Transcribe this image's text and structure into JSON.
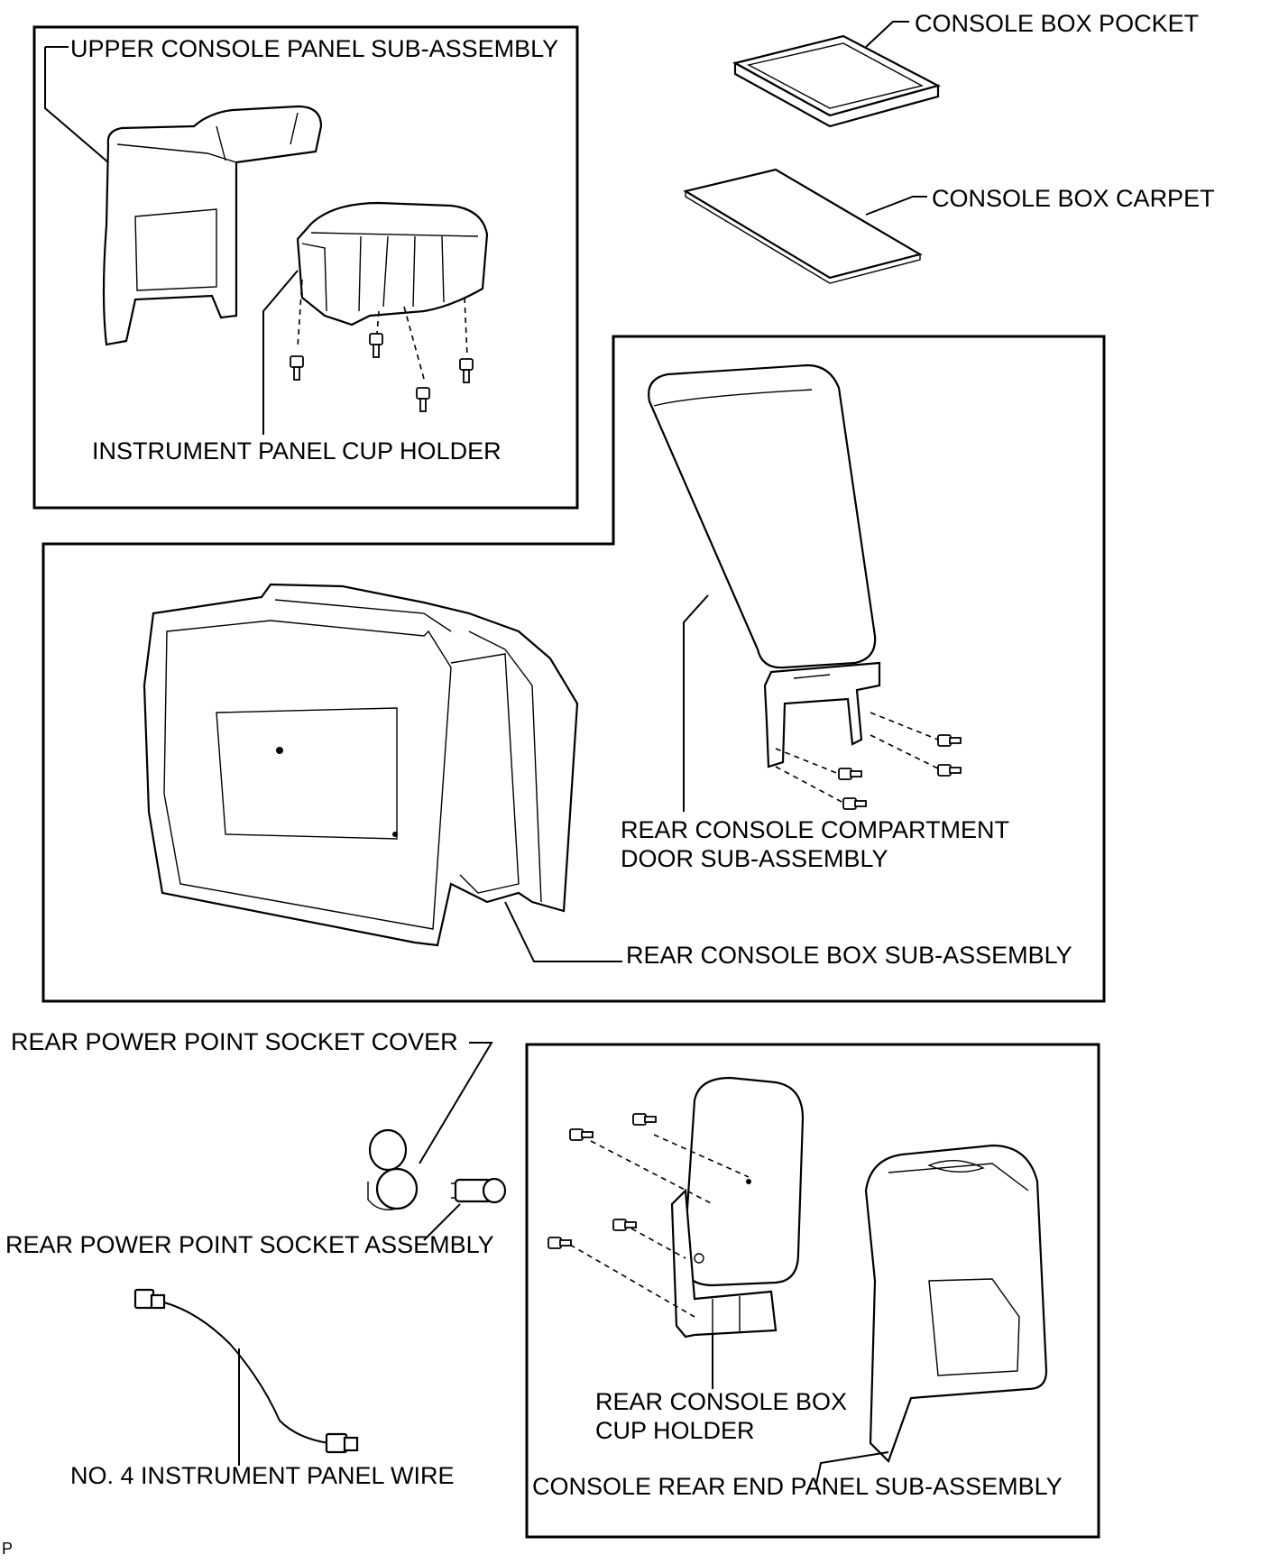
{
  "labels": {
    "upper_console_panel": "UPPER CONSOLE PANEL SUB-ASSEMBLY",
    "instrument_panel_cup_holder": "INSTRUMENT PANEL CUP HOLDER",
    "console_box_pocket": "CONSOLE BOX POCKET",
    "console_box_carpet": "CONSOLE BOX CARPET",
    "rear_console_compartment_door_1": "REAR CONSOLE COMPARTMENT",
    "rear_console_compartment_door_2": "DOOR SUB-ASSEMBLY",
    "rear_console_box": "REAR CONSOLE BOX SUB-ASSEMBLY",
    "rear_power_point_socket_cover": "REAR POWER POINT SOCKET COVER",
    "rear_power_point_socket_assembly": "REAR POWER POINT SOCKET ASSEMBLY",
    "no4_instrument_panel_wire": "NO. 4 INSTRUMENT PANEL WIRE",
    "rear_console_box_cup_holder_1": "REAR CONSOLE BOX",
    "rear_console_box_cup_holder_2": "CUP HOLDER",
    "console_rear_end_panel": "CONSOLE REAR END PANEL SUB-ASSEMBLY",
    "corner_code": "P"
  }
}
